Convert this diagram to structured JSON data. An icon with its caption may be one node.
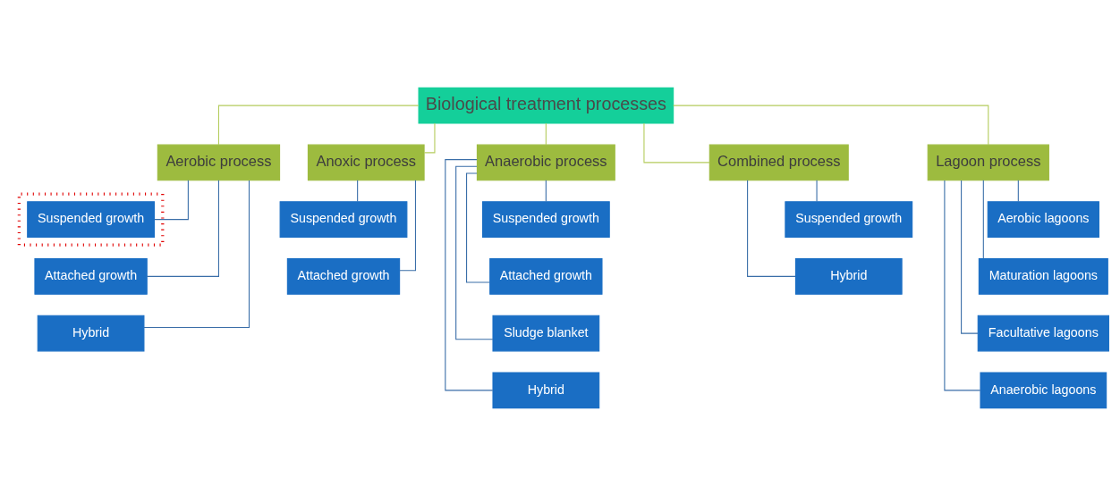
{
  "diagram": {
    "nodes": [
      {
        "text": [
          "Biological treatment processes"
        ]
      },
      {
        "text": [
          "Aerobic process"
        ]
      },
      {
        "text": [
          "Anoxic process"
        ]
      },
      {
        "text": [
          "Anaerobic process"
        ]
      },
      {
        "text": [
          "Combined process"
        ]
      },
      {
        "text": [
          "Lagoon process"
        ]
      },
      {
        "text": [],
        "shape": "box"
      },
      {
        "text": [
          "Suspended growth"
        ],
        "in": 6
      },
      {
        "text": [
          "Attached growth"
        ]
      },
      {
        "text": [
          "Hybrid"
        ]
      },
      {
        "text": [
          "Suspended growth"
        ]
      },
      {
        "text": [
          "Attached growth"
        ]
      },
      {
        "text": [
          "Suspended growth"
        ]
      },
      {
        "text": [
          "Attached growth"
        ]
      },
      {
        "text": [
          "Sludge blanket"
        ]
      },
      {
        "text": [
          "Hybrid"
        ]
      },
      {
        "text": [
          "Suspended growth"
        ]
      },
      {
        "text": [
          "Hybrid"
        ]
      },
      {
        "text": [
          "Aerobic lagoons"
        ]
      },
      {
        "text": [
          "Maturation lagoons"
        ]
      },
      {
        "text": [
          "Facultative lagoons"
        ]
      },
      {
        "text": [
          "Anaerobic lagoons"
        ]
      }
    ],
    "edges": [
      {
        "from": 0,
        "to": 1,
        "arrow": "none",
        "color": "#b4cc5c"
      },
      {
        "from": 0,
        "to": 2,
        "arrow": "none",
        "color": "#b4cc5c"
      },
      {
        "from": 0,
        "to": 3,
        "arrow": "none",
        "color": "#b4cc5c"
      },
      {
        "from": 0,
        "to": 4,
        "arrow": "none",
        "color": "#b4cc5c"
      },
      {
        "from": 0,
        "to": 5,
        "arrow": "none",
        "color": "#b4cc5c"
      },
      {
        "from": 1,
        "to": 7,
        "arrow": "none"
      },
      {
        "from": 1,
        "to": 8,
        "arrow": "none"
      },
      {
        "from": 1,
        "to": 9,
        "arrow": "none"
      },
      {
        "from": 2,
        "to": 10,
        "arrow": "none"
      },
      {
        "from": 2,
        "to": 11,
        "arrow": "none"
      },
      {
        "from": 3,
        "to": 12,
        "arrow": "none"
      },
      {
        "from": 3,
        "to": 13,
        "arrow": "none"
      },
      {
        "from": 3,
        "to": 14,
        "arrow": "none"
      },
      {
        "from": 3,
        "to": 15,
        "arrow": "none"
      },
      {
        "from": 4,
        "to": 16,
        "arrow": "none"
      },
      {
        "from": 4,
        "to": 17,
        "arrow": "none"
      },
      {
        "from": 5,
        "to": 18,
        "arrow": "none"
      },
      {
        "from": 5,
        "to": 19,
        "arrow": "none"
      },
      {
        "from": 5,
        "to": 20,
        "arrow": "none"
      },
      {
        "from": 5,
        "to": 21,
        "arrow": "none"
      }
    ]
  }
}
